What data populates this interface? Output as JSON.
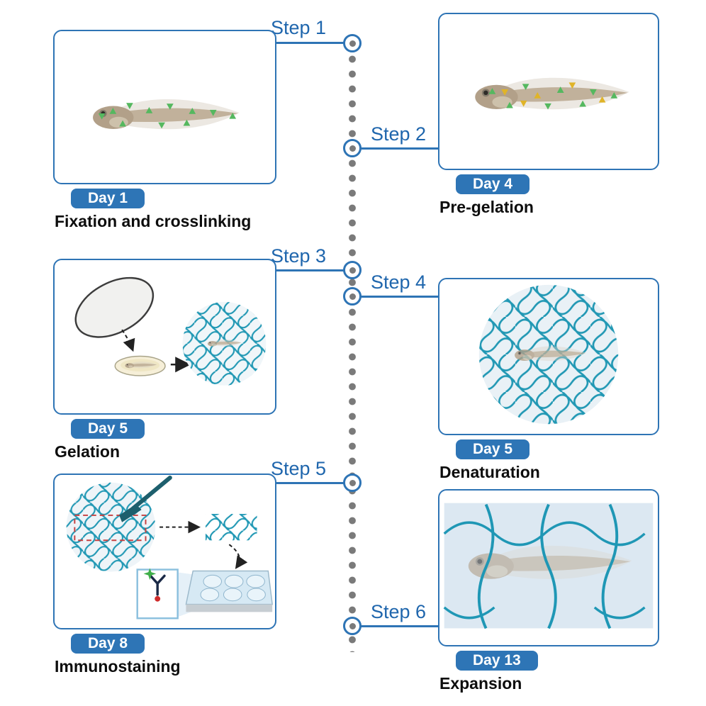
{
  "figure_type": "expansion-microscopy-protocol-timeline",
  "steps": [
    {
      "step_label": "Step 1",
      "day": "Day 1",
      "title": "Fixation and crosslinking",
      "side": "left"
    },
    {
      "step_label": "Step 2",
      "day": "Day 4",
      "title": "Pre-gelation",
      "side": "right"
    },
    {
      "step_label": "Step 3",
      "day": "Day 5",
      "title": "Gelation",
      "side": "left"
    },
    {
      "step_label": "Step 4",
      "day": "Day 5",
      "title": "Denaturation",
      "side": "right"
    },
    {
      "step_label": "Step 5",
      "day": "Day 8",
      "title": "Immunostaining",
      "side": "left"
    },
    {
      "step_label": "Step 6",
      "day": "Day 13",
      "title": "Expansion",
      "side": "right"
    }
  ],
  "colors": {
    "accent_blue": "#2e74b5",
    "step_text_blue": "#1f66ad",
    "mesh_teal": "#2198b4",
    "marker_green": "#55b85f",
    "marker_yellow": "#e0b428",
    "timeline_gray": "#7a7a7a",
    "dashed_red": "#c64040",
    "antibody_navy": "#1b2a47"
  },
  "icons": {
    "timeline": "vertical-dotted-line",
    "step_marker": "circle-with-gray-dot",
    "panel1": "tadpole-with-green-anchors",
    "panel2": "tadpole-with-green-and-yellow-anchors",
    "panel3": "coverslip-ellipse, petri-dish-with-tadpole, gel-mesh-circle",
    "panel4": "gel-mesh-circle-with-tadpole",
    "panel5": "gel-mesh-with-scalpel, cut-gel-piece, antibody, six-well-plate",
    "panel6": "expanded-tadpole-with-sparse-gel-mesh"
  }
}
